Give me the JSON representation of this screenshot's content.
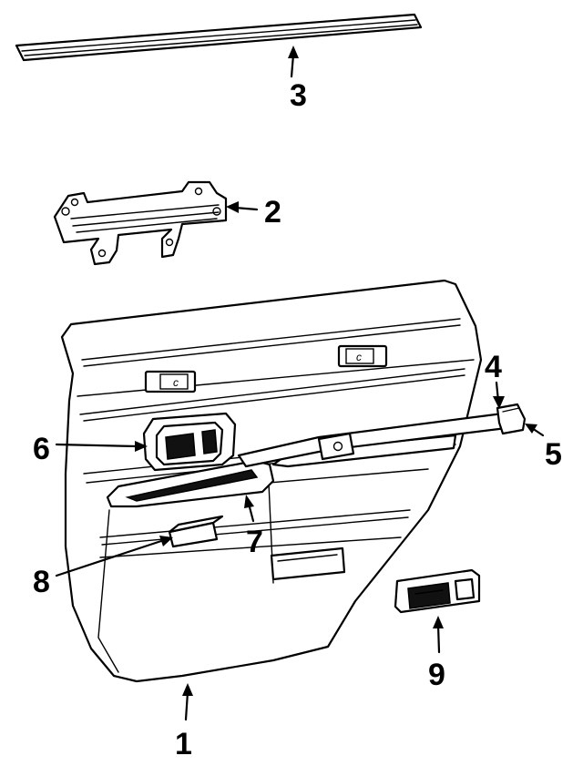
{
  "callouts": [
    {
      "id": "1",
      "label": "1"
    },
    {
      "id": "2",
      "label": "2"
    },
    {
      "id": "3",
      "label": "3"
    },
    {
      "id": "4",
      "label": "4"
    },
    {
      "id": "5",
      "label": "5"
    },
    {
      "id": "6",
      "label": "6"
    },
    {
      "id": "7",
      "label": "7"
    },
    {
      "id": "8",
      "label": "8"
    },
    {
      "id": "9",
      "label": "9"
    }
  ],
  "panel_marks": {
    "mark_left": "c",
    "mark_right": "c"
  }
}
